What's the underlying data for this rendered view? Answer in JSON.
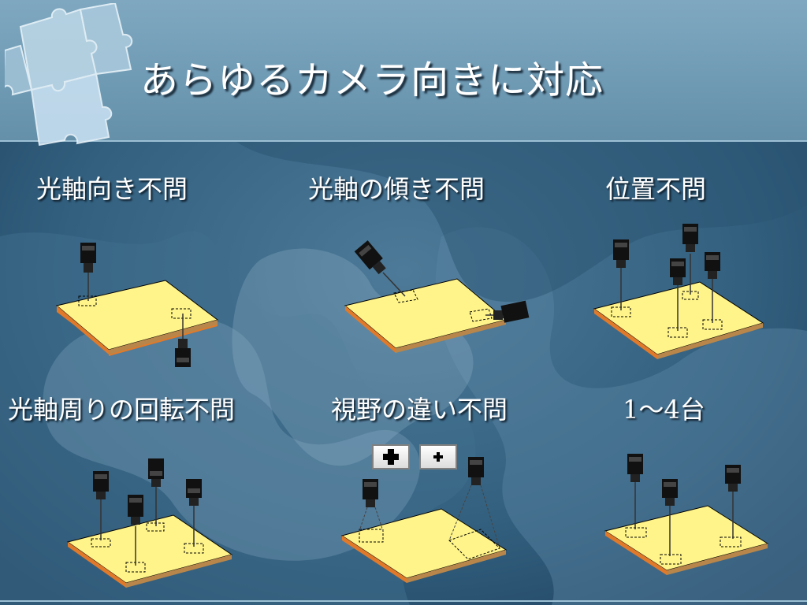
{
  "title": "あらゆるカメラ向きに対応",
  "panels": [
    {
      "caption": "光軸向き不問"
    },
    {
      "caption": "光軸の傾き不問"
    },
    {
      "caption": "位置不問"
    },
    {
      "caption": "光軸周りの回転不問"
    },
    {
      "caption": "視野の違い不問"
    },
    {
      "caption": "1～4台"
    }
  ],
  "zoom_buttons": {
    "zoom_in_icon": "plus-large-icon",
    "zoom_out_icon": "plus-small-icon"
  },
  "colors": {
    "board_top": "#fff48a",
    "board_side": "#e07a2a",
    "camera": "#111111",
    "background": "#2f5878",
    "title_band": "#7fa8c0"
  }
}
